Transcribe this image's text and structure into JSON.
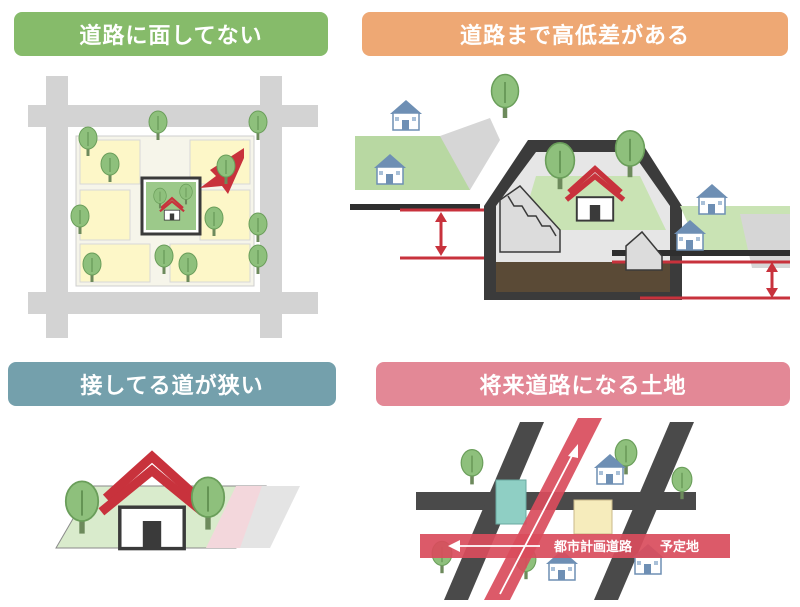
{
  "panels": {
    "no_road_access": {
      "title": "道路に面してない"
    },
    "height_difference": {
      "title": "道路まで高低差がある"
    },
    "narrow_road": {
      "title": "接してる道が狭い"
    },
    "future_road": {
      "title": "将来道路になる土地",
      "caption_road": "都市計画道路",
      "caption_site": "予定地"
    }
  },
  "colors": {
    "green": "#86bb6a",
    "orange": "#eea874",
    "teal": "#74a0ac",
    "pink": "#e38896",
    "house_red": "#c8323c",
    "road_gray": "#d3d3d3",
    "road_dark": "#4a4a4a"
  }
}
